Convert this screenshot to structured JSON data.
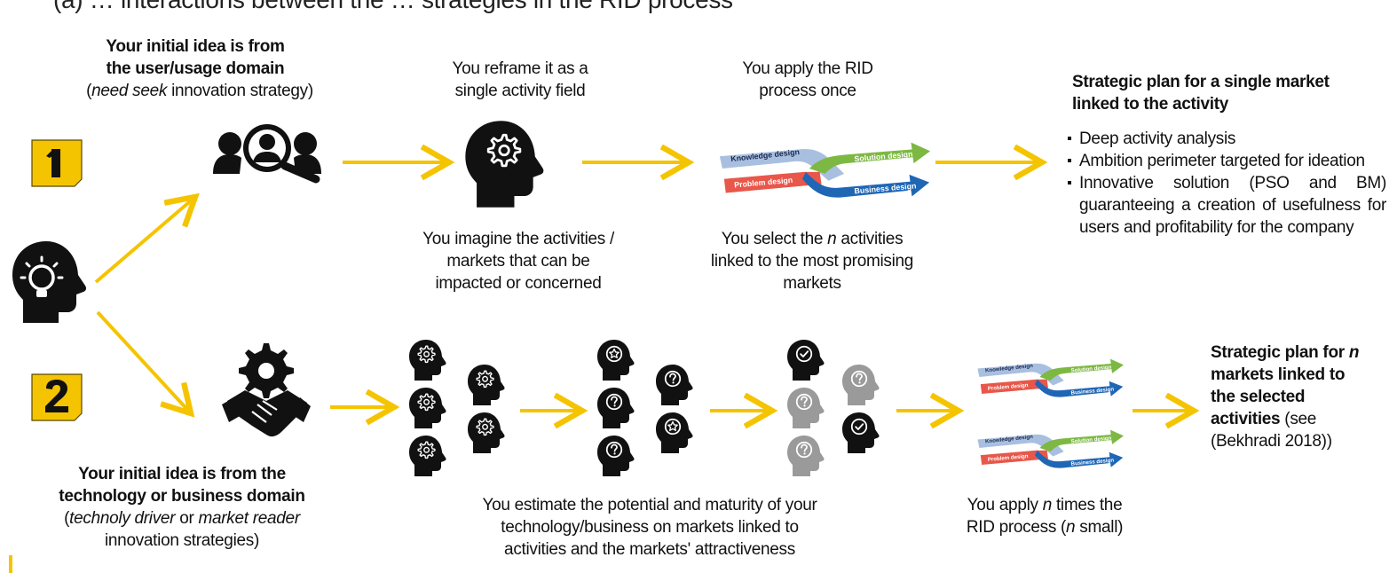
{
  "header": {
    "partial_text": "(a) … interactions between the … strategies in the RID process"
  },
  "badges": [
    {
      "number": "1",
      "color": "#f5c400"
    },
    {
      "number": "2",
      "color": "#f5c400"
    }
  ],
  "colors": {
    "arrow": "#f5c400",
    "icon": "#111111",
    "icon_faded": "#9a9a9a",
    "knowledge_design": "#a9bfe0",
    "problem_design": "#e8574a",
    "solution_design": "#7db843",
    "business_design": "#1f66b5"
  },
  "rid_labels": {
    "knowledge": "Knowledge design",
    "problem": "Problem design",
    "solution": "Solution design",
    "business": "Business design"
  },
  "path1": {
    "idea_title": "Your initial idea is from the user/usage domain",
    "idea_strategy_italic": "need seek",
    "idea_strategy_rest": " innovation strategy)",
    "reframe_top": "You reframe it as a single activity field",
    "reframe_bottom": "You imagine the activities / markets that can be impacted or concerned",
    "rid_top": "You apply the RID process once",
    "rid_bottom_pre": "You select the ",
    "rid_bottom_n": "n",
    "rid_bottom_post": " activities linked to the most promising markets",
    "plan_title": "Strategic plan for a single market linked to the activity",
    "plan_bullets": [
      "Deep activity analysis",
      "Ambition perimeter targeted for ideation",
      "Innovative solution (PSO and BM) guaranteeing a creation of usefulness for users and profitability for the company"
    ]
  },
  "path2": {
    "idea_title": "Your initial idea is from the technology or business domain",
    "idea_strategy_italic1": "technoly driver",
    "idea_strategy_or": " or ",
    "idea_strategy_italic2": "market reader",
    "idea_strategy_rest": "innovation strategies)",
    "estimate_text": "You estimate the potential and maturity of your technology/business on markets linked to activities and the markets' attractiveness",
    "apply_pre": "You apply ",
    "apply_n1": "n",
    "apply_mid": " times the RID process (",
    "apply_n2": "n",
    "apply_post": " small)",
    "plan_title_pre": "Strategic plan for ",
    "plan_n": "n",
    "plan_title_post": " markets linked to the selected activities",
    "plan_citation": " (see (Bekhradi 2018))"
  },
  "icons": {
    "lightbulb": "lightbulb-head-icon",
    "user_search": "user-search-icon",
    "gear_head": "gear-head-icon",
    "gear_handshake": "gear-handshake-icon",
    "question": "question-head-icon",
    "star": "star-head-icon",
    "check": "check-head-icon"
  }
}
